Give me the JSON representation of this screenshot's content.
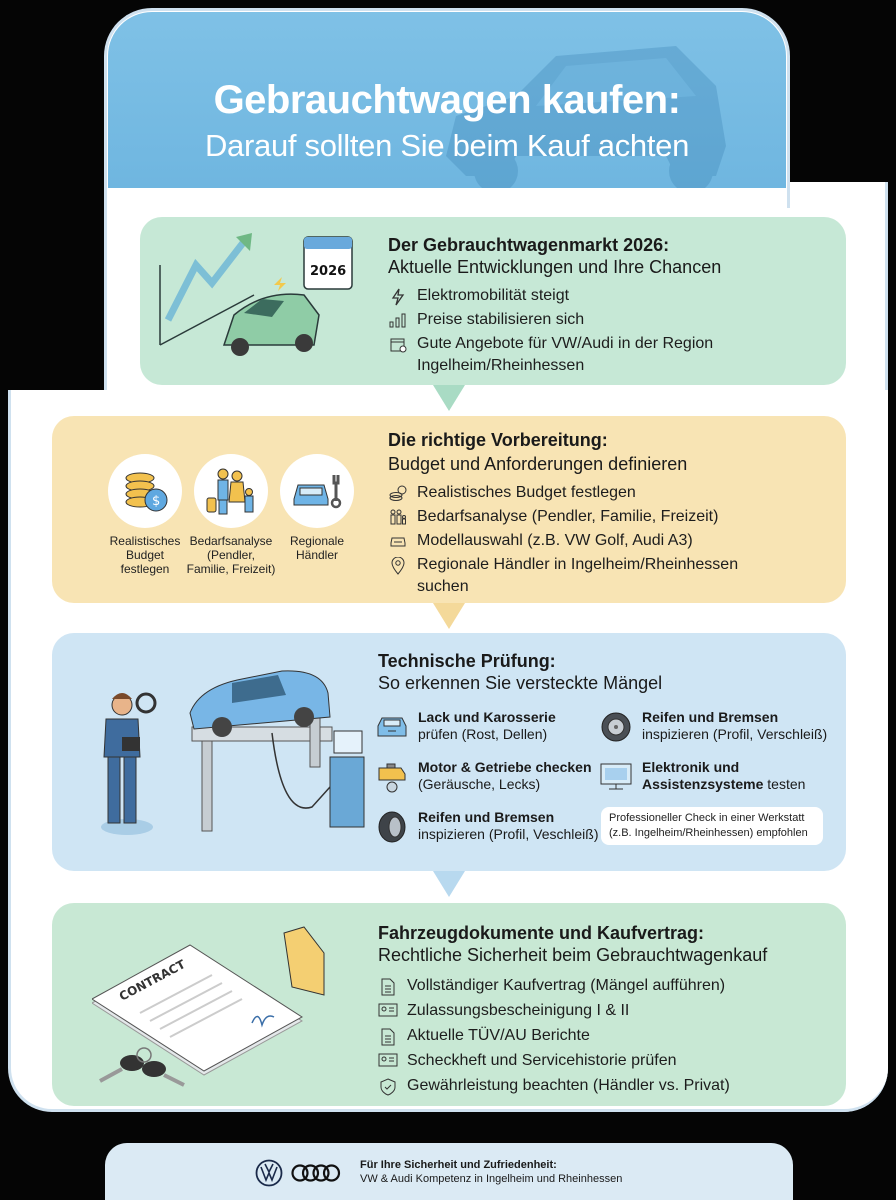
{
  "header": {
    "title": "Gebrauchtwagen kaufen:",
    "subtitle": "Darauf sollten Sie beim Kauf achten"
  },
  "sections": [
    {
      "title": "Der Gebrauchtwagenmarkt 2026:",
      "subtitle": "Aktuelle Entwicklungen und Ihre Chancen",
      "illustration_label": "2026",
      "items": [
        {
          "icon": "lightning-icon",
          "label": "Elektromobilität steigt"
        },
        {
          "icon": "bar-chart-icon",
          "label": "Preise stabilisieren sich"
        },
        {
          "icon": "calendar-icon",
          "label": "Gute Angebote für VW/Audi in der Region Ingelheim/Rheinhessen"
        }
      ]
    },
    {
      "title": "Die richtige Vorbereitung:",
      "subtitle": "Budget und Anforderungen definieren",
      "circles": [
        {
          "icon": "coins-icon",
          "label": "Realistisches Budget festlegen"
        },
        {
          "icon": "family-icon",
          "label": "Bedarfsanalyse (Pendler, Familie, Freizeit)"
        },
        {
          "icon": "car-wrench-icon",
          "label": "Regionale Händler"
        }
      ],
      "items": [
        {
          "icon": "coins-icon",
          "label": "Realistisches Budget festlegen"
        },
        {
          "icon": "family-icon",
          "label": "Bedarfsanalyse (Pendler, Familie, Freizeit)"
        },
        {
          "icon": "car-icon",
          "label": "Modellauswahl (z.B. VW Golf, Audi A3)"
        },
        {
          "icon": "location-pin-icon",
          "label": "Regionale Händler in Ingelheim/Rheinhessen suchen"
        }
      ]
    },
    {
      "title": "Technische Prüfung:",
      "subtitle": "So erkennen Sie versteckte Mängel",
      "items": [
        {
          "icon": "car-front-icon",
          "bold": "Lack und Karosserie",
          "rest": "prüfen (Rost, Dellen)"
        },
        {
          "icon": "wheel-icon",
          "bold": "Reifen und Bremsen",
          "rest": "inspizieren (Profil, Verschleiß)"
        },
        {
          "icon": "engine-icon",
          "bold": "Motor & Getriebe checken",
          "rest": "(Geräusche, Lecks)"
        },
        {
          "icon": "monitor-icon",
          "bold": "Elektronik und",
          "bold2": "Assistenzsysteme",
          "rest": " testen"
        },
        {
          "icon": "tire-icon",
          "bold": "Reifen und Bremsen",
          "rest": "inspizieren (Profil, Veschleiß)"
        }
      ],
      "note_line1": "Professioneller Check in einer Werkstatt",
      "note_line2": "(z.B. Ingelheim/Rheinhessen) empfohlen"
    },
    {
      "title": "Fahrzeugdokumente und Kaufvertrag:",
      "subtitle": "Rechtliche Sicherheit beim Gebrauchtwagenkauf",
      "illustration_label": "CONTRACT",
      "items": [
        {
          "icon": "document-icon",
          "label": "Vollständiger Kaufvertrag (Mängel aufführen)"
        },
        {
          "icon": "id-card-icon",
          "label": "Zulassungsbescheinigung I & II"
        },
        {
          "icon": "document-icon",
          "label": "Aktuelle TÜV/AU Berichte"
        },
        {
          "icon": "id-card-icon",
          "label": "Scheckheft und Servicehistorie prüfen"
        },
        {
          "icon": "shield-check-icon",
          "label": "Gewährleistung beachten (Händler vs. Privat)"
        }
      ]
    }
  ],
  "footer": {
    "line1": "Für Ihre Sicherheit und Zufriedenheit:",
    "line2": "VW & Audi Kompetenz in Ingelheim und Rheinhessen"
  },
  "colors": {
    "header_blue": "#72b8e1",
    "panel_green": "#c6e8d6",
    "panel_yellow": "#f8e4b4",
    "panel_blue": "#cfe5f4",
    "footer_blue": "#dbeaf4"
  }
}
